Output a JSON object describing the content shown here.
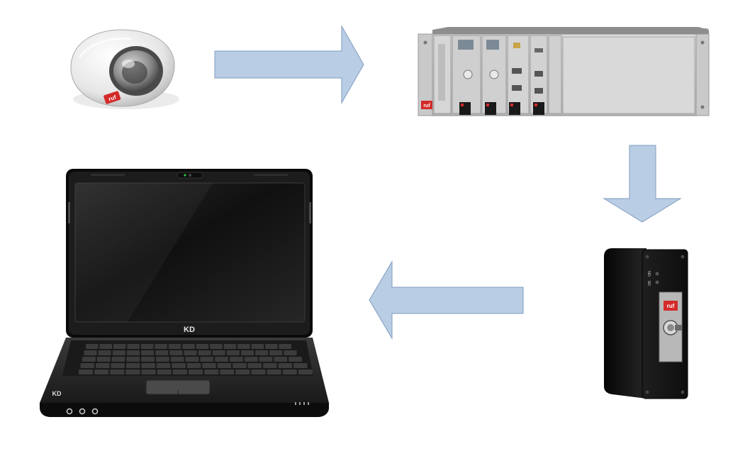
{
  "diagram": {
    "nodes": [
      {
        "id": "camera",
        "kind": "dome-camera",
        "logo_text": "ruf"
      },
      {
        "id": "rack",
        "kind": "rack-mount-unit",
        "logo_text": "ruf"
      },
      {
        "id": "box",
        "kind": "key-switch-box",
        "logo_text": "ruf",
        "led_labels": [
          "ON",
          "OK"
        ]
      },
      {
        "id": "laptop",
        "kind": "laptop",
        "brand_text": "KD",
        "badge_text": "KD"
      }
    ],
    "edges": [
      {
        "from": "camera",
        "to": "rack",
        "direction": "right"
      },
      {
        "from": "rack",
        "to": "box",
        "direction": "down"
      },
      {
        "from": "box",
        "to": "laptop",
        "direction": "left"
      }
    ],
    "colors": {
      "arrow_fill": "#b9cde4",
      "arrow_stroke": "#7f9cc0",
      "logo_red": "#d42a2a",
      "device_dark": "#1a1a1a"
    },
    "icons": {
      "camera": "dome-camera-icon",
      "rack": "rack-unit-icon",
      "box": "key-switch-box-icon",
      "laptop": "laptop-icon"
    }
  }
}
